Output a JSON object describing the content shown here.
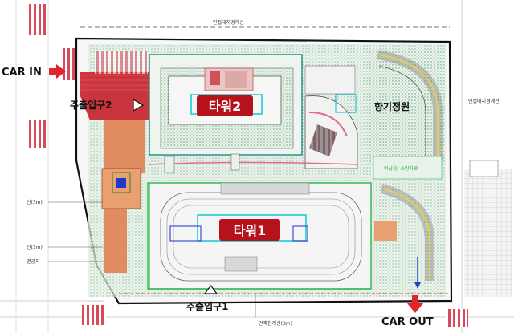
{
  "labels": {
    "car_in": "CAR IN",
    "car_out": "CAR OUT",
    "entrance1": "주출입구1",
    "entrance2": "주출입구2",
    "tower1": "타워1",
    "tower2": "타워2",
    "garden": "향기정원",
    "boundary_top": "인접대지경계선",
    "boundary_right": "인접대지경계선",
    "building_line": "건축한계선(3m)",
    "ann_left1": "선(3m)",
    "ann_left2": "선(3m)",
    "ann_left3": "면공지",
    "right_area": "비상용/ 소방차로"
  },
  "colors": {
    "tower_label_bg": "#b5121b",
    "tower_label_fg": "#ffffff",
    "arrow_red": "#e3242b",
    "plaza_red": "#c8202a",
    "hatch_green": "#9ec8a8",
    "walk_orange": "#e07a4a",
    "cyan": "#22c9d4",
    "pink": "#e06a8a",
    "green_line": "#2bb44a"
  }
}
